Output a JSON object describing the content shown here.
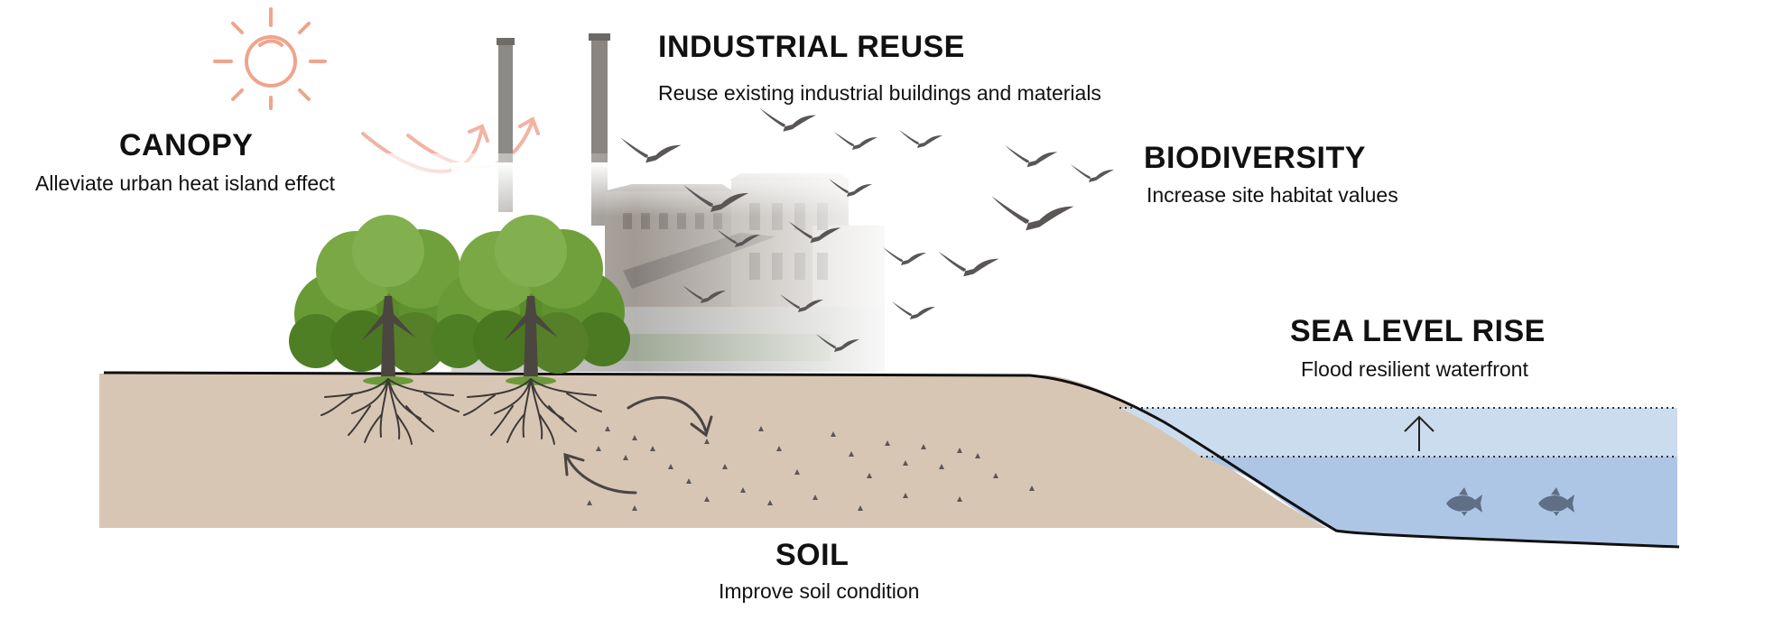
{
  "labels": {
    "canopy": {
      "title": "CANOPY",
      "subtitle": "Alleviate urban heat island effect"
    },
    "industrial": {
      "title": "INDUSTRIAL REUSE",
      "subtitle": "Reuse existing industrial buildings and materials"
    },
    "biodiversity": {
      "title": "BIODIVERSITY",
      "subtitle": "Increase site habitat values"
    },
    "sea_level": {
      "title": "SEA LEVEL RISE",
      "subtitle": "Flood resilient waterfront"
    },
    "soil": {
      "title": "SOIL",
      "subtitle": "Improve soil condition"
    }
  },
  "colors": {
    "sun": "#f0a48c",
    "ground": "#d8c6b4",
    "water_upper": "#ccdcef",
    "water_lower": "#aec6e6",
    "silhouette": "#5a5656",
    "foliage": "#5f8f2e",
    "ink": "#111111"
  },
  "icons": [
    "sun-icon",
    "heat-arrow-icon",
    "bird-icon",
    "fish-icon",
    "up-arrow-icon",
    "cycle-arrow-icon"
  ]
}
